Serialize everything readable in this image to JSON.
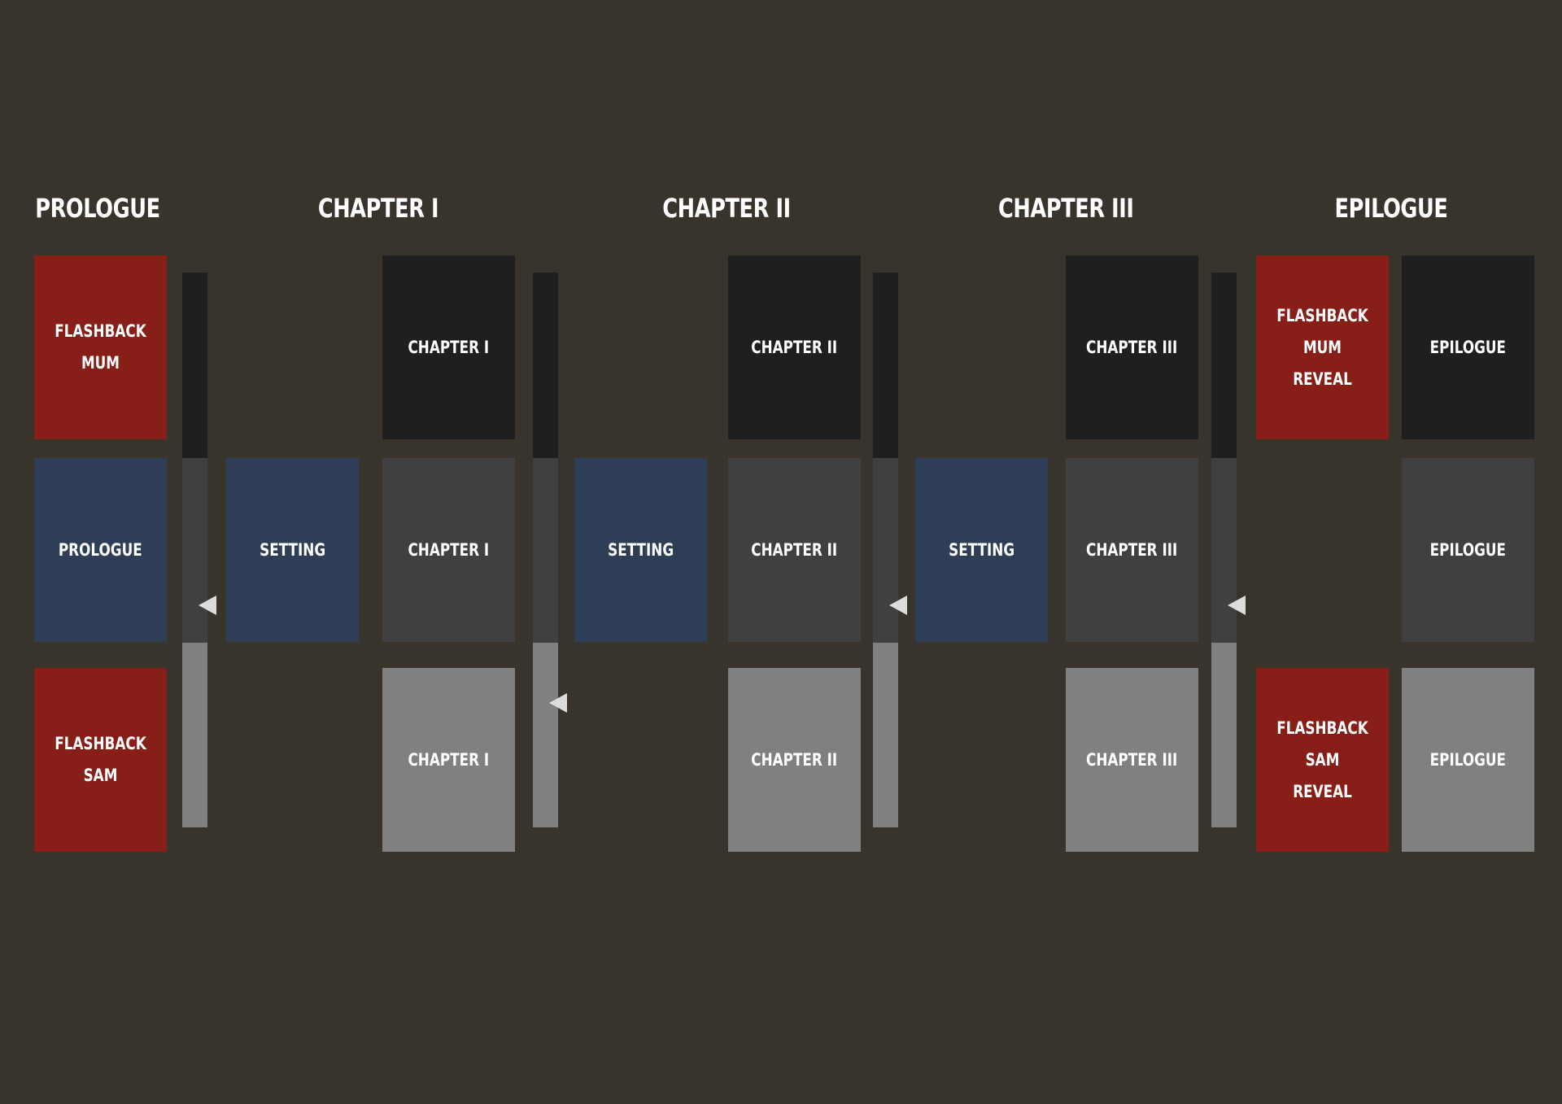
{
  "colors": {
    "background": "#38342c",
    "red": "#881e18",
    "blue": "#2e3e56",
    "black": "#1f1f1f",
    "dark_gray": "#404040",
    "light_gray": "#808080",
    "arrow": "#dcdcdc"
  },
  "headings": {
    "prologue": "PROLOGUE",
    "chapter_1": "CHAPTER I",
    "chapter_2": "CHAPTER II",
    "chapter_3": "CHAPTER III",
    "epilogue": "EPILOGUE"
  },
  "cards": {
    "prologue_flashback_mum": "FLASHBACK MUM",
    "prologue_main": "PROLOGUE",
    "prologue_flashback_sam": "FLASHBACK SAM",
    "chapter_1_setting": "SETTING",
    "chapter_1_top": "CHAPTER I",
    "chapter_1_mid": "CHAPTER I",
    "chapter_1_bottom": "CHAPTER I",
    "chapter_2_setting": "SETTING",
    "chapter_2_top": "CHAPTER II",
    "chapter_2_mid": "CHAPTER II",
    "chapter_2_bottom": "CHAPTER II",
    "chapter_3_setting": "SETTING",
    "chapter_3_top": "CHAPTER III",
    "chapter_3_mid": "CHAPTER III",
    "chapter_3_bottom": "CHAPTER III",
    "epilogue_flashback_mum_reveal": "FLASHBACK MUM\nREVEAL",
    "epilogue_flashback_sam_reveal": "FLASHBACK SAM\nREVEAL",
    "epilogue_top": "EPILOGUE",
    "epilogue_mid": "EPILOGUE",
    "epilogue_bottom": "EPILOGUE"
  }
}
